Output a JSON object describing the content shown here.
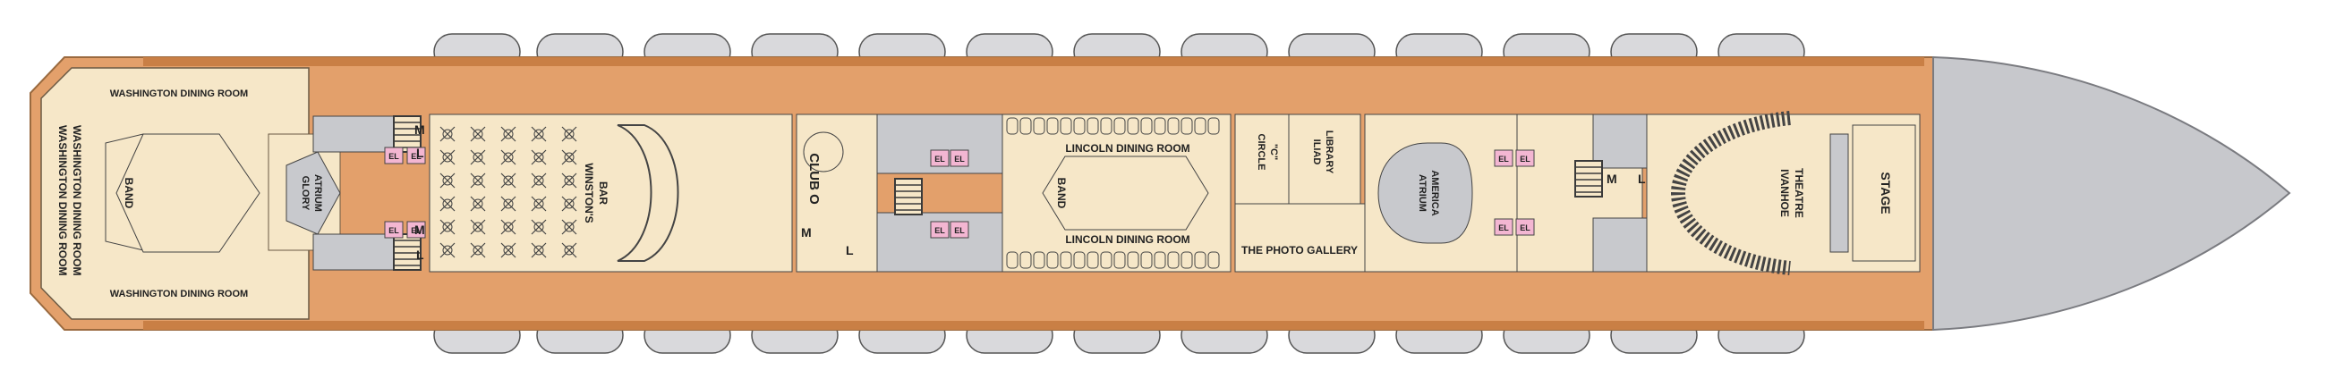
{
  "colors": {
    "deck": "#e3a06b",
    "deck_edge": "#c97f45",
    "interior": "#f6e7c8",
    "lifeboat": "#d9d9dc",
    "service": "#c8c9cd",
    "elevator": "#f3b6d2",
    "bow": "#c7c8cc",
    "dark": "#3a3a3a"
  },
  "icons": {
    "elevator": "elevator-icon",
    "stairs": "stairs-icon",
    "restroom_m": "mens-restroom-icon",
    "restroom_l": "ladies-restroom-icon"
  },
  "labels": {
    "washington_top": "WASHINGTON DINING ROOM",
    "washington_bottom": "WASHINGTON DINING ROOM",
    "washington_side_a": "WASHINGTON DINING ROOM",
    "washington_side_b": "WASHINGTON DINING ROOM",
    "band_aft": "BAND",
    "glory_line1": "GLORY",
    "glory_line2": "ATRIUM",
    "winstons_line1": "WINSTON'S",
    "winstons_line2": "BAR",
    "club": "CLUB O",
    "lincoln_top": "LINCOLN DINING ROOM",
    "lincoln_bottom": "LINCOLN DINING ROOM",
    "band_mid": "BAND",
    "circle_line1": "CIRCLE",
    "circle_line2": "\"C\"",
    "iliad_line1": "ILIAD",
    "iliad_line2": "LIBRARY",
    "photo_gallery": "THE PHOTO GALLERY",
    "atrium_line1": "ATRIUM",
    "atrium_line2": "AMERICA",
    "ivanhoe_line1": "IVANHOE",
    "ivanhoe_line2": "THEATRE",
    "stage": "STAGE",
    "el": "EL",
    "m": "M",
    "l": "L"
  }
}
